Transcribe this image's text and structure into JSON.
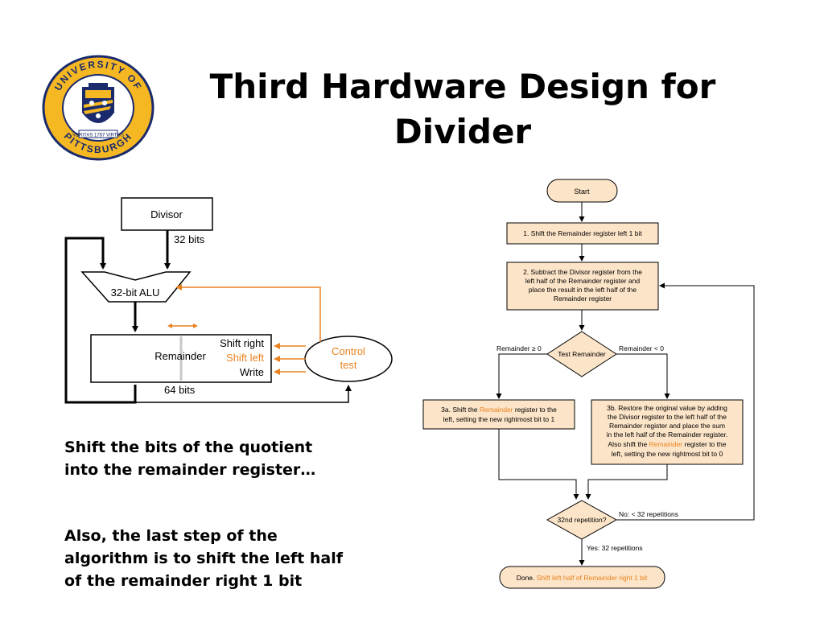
{
  "slide": {
    "title_line1": "Third Hardware Design for",
    "title_line2": "Divider",
    "logo": {
      "icon": "university-of-pittsburgh-seal-icon",
      "text": "UNIVERSITY OF PITTSBURGH",
      "motto": "VERITAS 1787 VIRTUS"
    },
    "note1": [
      "Shift the bits of the quotient",
      "into the remainder register…"
    ],
    "note2": [
      "Also, the last step of the",
      "algorithm is to shift the left half",
      "of the remainder right 1 bit"
    ]
  },
  "hardware": {
    "divisor": "Divisor",
    "divisor_bits": "32 bits",
    "alu": "32-bit ALU",
    "remainder": "Remainder",
    "shift_right": "Shift right",
    "shift_left": "Shift left",
    "write": "Write",
    "remainder_bits": "64 bits",
    "control_line1": "Control",
    "control_line2": "test"
  },
  "flowchart": {
    "start": "Start",
    "step1": "1. Shift the Remainder register left 1 bit",
    "step2": [
      "2. Subtract the Divisor register from the",
      "left half of the Remainder register and",
      "place the result in the left half of the",
      "Remainder register"
    ],
    "test": "Test Remainder",
    "ge_label": "Remainder ≥ 0",
    "lt_label": "Remainder < 0",
    "step3a_line1_pre": "3a. Shift the ",
    "step3a_line1_hl": "Remainder",
    "step3a_line1_post": " register to the",
    "step3a_line2": "left, setting the new rightmost bit to 1",
    "step3b_lines": [
      "3b. Restore the original value by adding",
      "the Divisor register to the left half of the",
      "Remainder register and place the sum",
      "in the left half of the Remainder register."
    ],
    "step3b_line5_pre": "Also shift the ",
    "step3b_line5_hl": "Remainder",
    "step3b_line5_post": " register to the",
    "step3b_line6": "left, setting the new rightmost bit to 0",
    "repetition": "32nd repetition?",
    "no_label": "No:  < 32 repetitions",
    "yes_label": "Yes:  32 repetitions",
    "done_pre": "Done. ",
    "done_hl": "Shift left half of Remainder right 1 bit"
  },
  "colors": {
    "flow_fill": "#fce4c8",
    "highlight": "#e8821e",
    "logo_gold": "#f5b823",
    "logo_blue": "#1a2a6c"
  }
}
